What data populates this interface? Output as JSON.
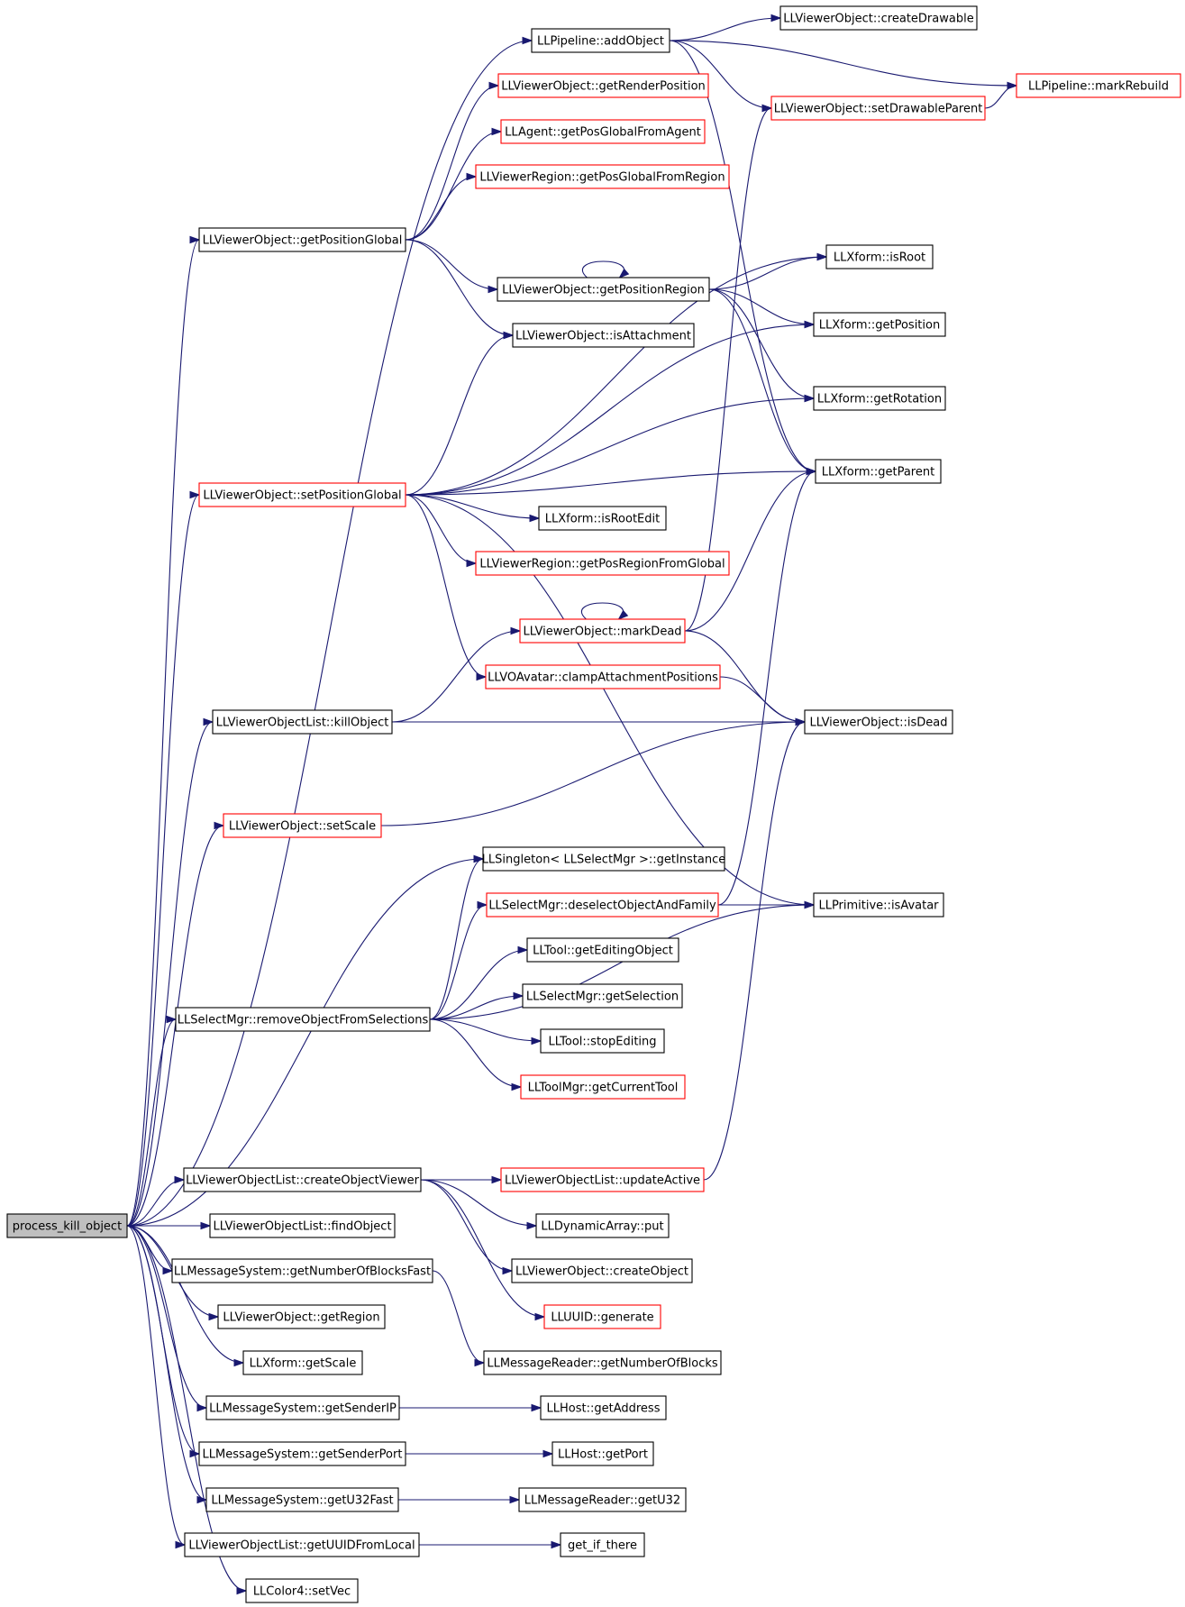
{
  "nodes": [
    {
      "id": "process_kill_object",
      "label": "process_kill_object",
      "style": "root"
    },
    {
      "id": "addObject",
      "label": "LLPipeline::addObject",
      "style": "normal"
    },
    {
      "id": "createDrawable",
      "label": "LLViewerObject::createDrawable",
      "style": "normal"
    },
    {
      "id": "markRebuild",
      "label": "LLPipeline::markRebuild",
      "style": "red"
    },
    {
      "id": "getRenderPosition",
      "label": "LLViewerObject::getRenderPosition",
      "style": "red"
    },
    {
      "id": "setDrawableParent",
      "label": "LLViewerObject::setDrawableParent",
      "style": "red"
    },
    {
      "id": "getPosGlobalFromAgent",
      "label": "LLAgent::getPosGlobalFromAgent",
      "style": "red"
    },
    {
      "id": "getPosGlobalFromRegion",
      "label": "LLViewerRegion::getPosGlobalFromRegion",
      "style": "red"
    },
    {
      "id": "getPositionGlobal",
      "label": "LLViewerObject::getPositionGlobal",
      "style": "normal"
    },
    {
      "id": "isRoot",
      "label": "LLXform::isRoot",
      "style": "normal"
    },
    {
      "id": "getPositionRegion",
      "label": "LLViewerObject::getPositionRegion",
      "style": "normal"
    },
    {
      "id": "getPosition",
      "label": "LLXform::getPosition",
      "style": "normal"
    },
    {
      "id": "isAttachment",
      "label": "LLViewerObject::isAttachment",
      "style": "normal"
    },
    {
      "id": "getRotation",
      "label": "LLXform::getRotation",
      "style": "normal"
    },
    {
      "id": "getParent",
      "label": "LLXform::getParent",
      "style": "normal"
    },
    {
      "id": "setPositionGlobal",
      "label": "LLViewerObject::setPositionGlobal",
      "style": "red"
    },
    {
      "id": "isRootEdit",
      "label": "LLXform::isRootEdit",
      "style": "normal"
    },
    {
      "id": "getPosRegionFromGlobal",
      "label": "LLViewerRegion::getPosRegionFromGlobal",
      "style": "red"
    },
    {
      "id": "markDead",
      "label": "LLViewerObject::markDead",
      "style": "red"
    },
    {
      "id": "clampAttachmentPositions",
      "label": "LLVOAvatar::clampAttachmentPositions",
      "style": "red"
    },
    {
      "id": "killObject",
      "label": "LLViewerObjectList::killObject",
      "style": "normal"
    },
    {
      "id": "isDead",
      "label": "LLViewerObject::isDead",
      "style": "normal"
    },
    {
      "id": "setScale",
      "label": "LLViewerObject::setScale",
      "style": "red"
    },
    {
      "id": "getInstance",
      "label": "LLSingleton< LLSelectMgr >::getInstance",
      "style": "normal"
    },
    {
      "id": "deselectObjectAndFamily",
      "label": "LLSelectMgr::deselectObjectAndFamily",
      "style": "red"
    },
    {
      "id": "isAvatar",
      "label": "LLPrimitive::isAvatar",
      "style": "normal"
    },
    {
      "id": "getEditingObject",
      "label": "LLTool::getEditingObject",
      "style": "normal"
    },
    {
      "id": "getSelection",
      "label": "LLSelectMgr::getSelection",
      "style": "normal"
    },
    {
      "id": "removeObjectFromSelections",
      "label": "LLSelectMgr::removeObjectFromSelections",
      "style": "normal"
    },
    {
      "id": "stopEditing",
      "label": "LLTool::stopEditing",
      "style": "normal"
    },
    {
      "id": "getCurrentTool",
      "label": "LLToolMgr::getCurrentTool",
      "style": "red"
    },
    {
      "id": "createObjectViewer",
      "label": "LLViewerObjectList::createObjectViewer",
      "style": "normal"
    },
    {
      "id": "updateActive",
      "label": "LLViewerObjectList::updateActive",
      "style": "red"
    },
    {
      "id": "findObject",
      "label": "LLViewerObjectList::findObject",
      "style": "normal"
    },
    {
      "id": "put",
      "label": "LLDynamicArray::put",
      "style": "normal"
    },
    {
      "id": "getNumberOfBlocksFast",
      "label": "LLMessageSystem::getNumberOfBlocksFast",
      "style": "normal"
    },
    {
      "id": "createObject",
      "label": "LLViewerObject::createObject",
      "style": "normal"
    },
    {
      "id": "getRegion",
      "label": "LLViewerObject::getRegion",
      "style": "normal"
    },
    {
      "id": "generate",
      "label": "LLUUID::generate",
      "style": "red"
    },
    {
      "id": "getScale",
      "label": "LLXform::getScale",
      "style": "normal"
    },
    {
      "id": "getNumberOfBlocks",
      "label": "LLMessageReader::getNumberOfBlocks",
      "style": "normal"
    },
    {
      "id": "getSenderIP",
      "label": "LLMessageSystem::getSenderIP",
      "style": "normal"
    },
    {
      "id": "getAddress",
      "label": "LLHost::getAddress",
      "style": "normal"
    },
    {
      "id": "getSenderPort",
      "label": "LLMessageSystem::getSenderPort",
      "style": "normal"
    },
    {
      "id": "getPort",
      "label": "LLHost::getPort",
      "style": "normal"
    },
    {
      "id": "getU32Fast",
      "label": "LLMessageSystem::getU32Fast",
      "style": "normal"
    },
    {
      "id": "getU32",
      "label": "LLMessageReader::getU32",
      "style": "normal"
    },
    {
      "id": "getUUIDFromLocal",
      "label": "LLViewerObjectList::getUUIDFromLocal",
      "style": "normal"
    },
    {
      "id": "get_if_there",
      "label": "get_if_there",
      "style": "normal"
    },
    {
      "id": "setVec",
      "label": "LLColor4::setVec",
      "style": "normal"
    }
  ],
  "edges": [
    [
      "process_kill_object",
      "addObject"
    ],
    [
      "process_kill_object",
      "getPositionGlobal"
    ],
    [
      "process_kill_object",
      "setPositionGlobal"
    ],
    [
      "process_kill_object",
      "killObject"
    ],
    [
      "process_kill_object",
      "setScale"
    ],
    [
      "process_kill_object",
      "getInstance"
    ],
    [
      "process_kill_object",
      "removeObjectFromSelections"
    ],
    [
      "process_kill_object",
      "createObjectViewer"
    ],
    [
      "process_kill_object",
      "findObject"
    ],
    [
      "process_kill_object",
      "getNumberOfBlocksFast"
    ],
    [
      "process_kill_object",
      "getRegion"
    ],
    [
      "process_kill_object",
      "getScale"
    ],
    [
      "process_kill_object",
      "getSenderIP"
    ],
    [
      "process_kill_object",
      "getSenderPort"
    ],
    [
      "process_kill_object",
      "getU32Fast"
    ],
    [
      "process_kill_object",
      "getUUIDFromLocal"
    ],
    [
      "process_kill_object",
      "setVec"
    ],
    [
      "addObject",
      "createDrawable"
    ],
    [
      "addObject",
      "markRebuild"
    ],
    [
      "addObject",
      "setDrawableParent"
    ],
    [
      "addObject",
      "getParent"
    ],
    [
      "setDrawableParent",
      "markRebuild"
    ],
    [
      "getPositionGlobal",
      "getRenderPosition"
    ],
    [
      "getPositionGlobal",
      "getPosGlobalFromAgent"
    ],
    [
      "getPositionGlobal",
      "getPosGlobalFromRegion"
    ],
    [
      "getPositionGlobal",
      "getPositionRegion"
    ],
    [
      "getPositionGlobal",
      "isAttachment"
    ],
    [
      "getPositionRegion",
      "getPositionRegion"
    ],
    [
      "getPositionRegion",
      "isRoot"
    ],
    [
      "getPositionRegion",
      "getPosition"
    ],
    [
      "getPositionRegion",
      "getRotation"
    ],
    [
      "getPositionRegion",
      "getParent"
    ],
    [
      "setPositionGlobal",
      "isRoot"
    ],
    [
      "setPositionGlobal",
      "isAttachment"
    ],
    [
      "setPositionGlobal",
      "getPosition"
    ],
    [
      "setPositionGlobal",
      "getRotation"
    ],
    [
      "setPositionGlobal",
      "getParent"
    ],
    [
      "setPositionGlobal",
      "isRootEdit"
    ],
    [
      "setPositionGlobal",
      "getPosRegionFromGlobal"
    ],
    [
      "setPositionGlobal",
      "clampAttachmentPositions"
    ],
    [
      "setPositionGlobal",
      "isAvatar"
    ],
    [
      "markDead",
      "markDead"
    ],
    [
      "markDead",
      "setDrawableParent"
    ],
    [
      "markDead",
      "getParent"
    ],
    [
      "markDead",
      "isDead"
    ],
    [
      "clampAttachmentPositions",
      "isDead"
    ],
    [
      "killObject",
      "markDead"
    ],
    [
      "killObject",
      "isDead"
    ],
    [
      "setScale",
      "isDead"
    ],
    [
      "deselectObjectAndFamily",
      "isAvatar"
    ],
    [
      "deselectObjectAndFamily",
      "getParent"
    ],
    [
      "removeObjectFromSelections",
      "getInstance"
    ],
    [
      "removeObjectFromSelections",
      "deselectObjectAndFamily"
    ],
    [
      "removeObjectFromSelections",
      "getEditingObject"
    ],
    [
      "removeObjectFromSelections",
      "getSelection"
    ],
    [
      "removeObjectFromSelections",
      "stopEditing"
    ],
    [
      "removeObjectFromSelections",
      "getCurrentTool"
    ],
    [
      "removeObjectFromSelections",
      "isAvatar"
    ],
    [
      "createObjectViewer",
      "updateActive"
    ],
    [
      "createObjectViewer",
      "put"
    ],
    [
      "createObjectViewer",
      "createObject"
    ],
    [
      "createObjectViewer",
      "generate"
    ],
    [
      "updateActive",
      "isDead"
    ],
    [
      "getNumberOfBlocksFast",
      "getNumberOfBlocks"
    ],
    [
      "getSenderIP",
      "getAddress"
    ],
    [
      "getSenderPort",
      "getPort"
    ],
    [
      "getU32Fast",
      "getU32"
    ],
    [
      "getUUIDFromLocal",
      "get_if_there"
    ]
  ]
}
